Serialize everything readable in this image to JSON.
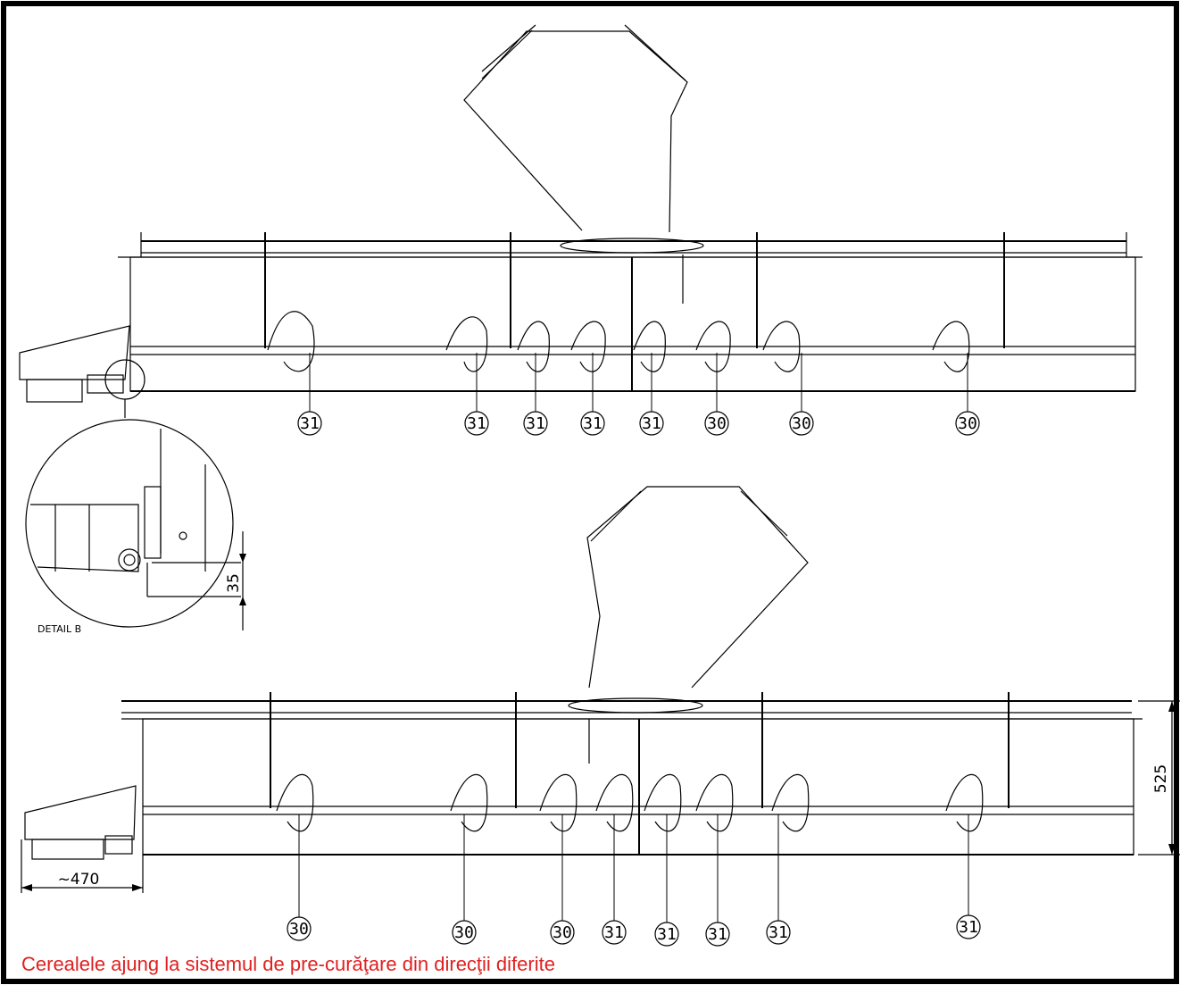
{
  "caption": "Cerealele ajung la sistemul de pre-curăţare din direcţii diferite",
  "colors": {
    "caption": "#e02020",
    "line": "#000000",
    "frame": "#000000",
    "background": "#ffffff"
  },
  "detail": {
    "label": "DETAIL B",
    "dimension": "35"
  },
  "top_view": {
    "callouts": [
      "31",
      "31",
      "31",
      "31",
      "31",
      "30",
      "30",
      "30"
    ]
  },
  "bottom_view": {
    "callouts": [
      "30",
      "30",
      "30",
      "31",
      "31",
      "31",
      "31",
      "31"
    ],
    "dimension_height": "525",
    "dimension_width": "~470"
  }
}
